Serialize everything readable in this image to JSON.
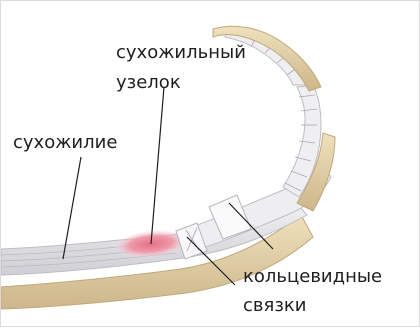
{
  "labels": {
    "nodule_line1": "сухожильный",
    "nodule_line2": "узелок",
    "tendon": "сухожилие",
    "ligaments_line1": "кольцевидные",
    "ligaments_line2": "связки"
  },
  "colors": {
    "bone": "#e4d2a8",
    "bone_shadow": "#c9b283",
    "tendon": "#e7e7ea",
    "ligament": "#f2f2f4",
    "nodule": "#e88596",
    "line": "#1e1e1e"
  }
}
